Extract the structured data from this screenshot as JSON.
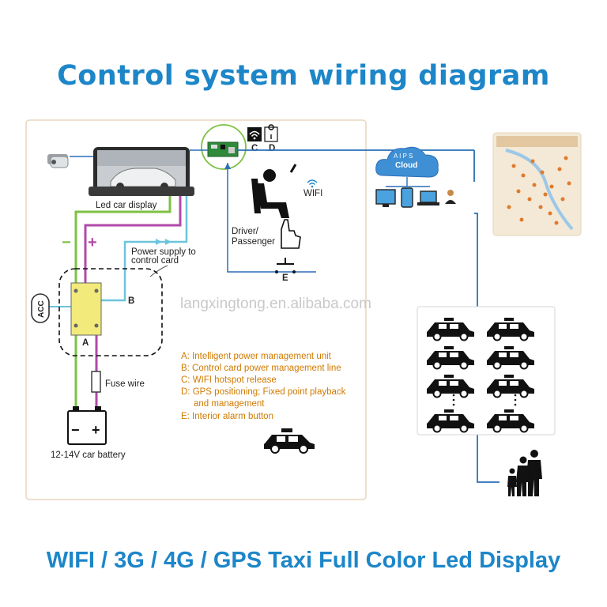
{
  "title": "Control system wiring diagram",
  "footer": "WIFI / 3G / 4G / GPS Taxi Full Color Led Display",
  "watermark": "langxingtong.en.alibaba.com",
  "labels": {
    "led_car_display": "Led car display",
    "minus": "−",
    "plus": "+",
    "power_supply_line1": "Power supply to",
    "power_supply_line2": "control card",
    "acc": "ACC",
    "unit_a": "A",
    "unit_b": "B",
    "fuse_wire": "Fuse wire",
    "battery": "12-14V car battery",
    "battery_minus": "−",
    "battery_plus": "+",
    "wifi": "WIFI",
    "driver_line1": "Driver/",
    "driver_line2": "Passenger",
    "c": "C",
    "d": "D",
    "e": "E",
    "cloud_line1": "A I P S",
    "cloud_line2": "Cloud"
  },
  "legend": [
    "A: Intelligent power management unit",
    "B: Control card power management line",
    "C: WIFI hotspot release",
    "D: GPS positioning; Fixed point playback",
    "and management",
    "E: Interior alarm button"
  ],
  "colors": {
    "title_blue": "#1d86c8",
    "wire_green": "#7dc142",
    "wire_purple": "#b04aa8",
    "wire_cyan": "#6cc4dc",
    "wire_blue": "#2a6fb8",
    "legend_orange": "#d07a00",
    "fuse_box": "#f2ea7a"
  }
}
